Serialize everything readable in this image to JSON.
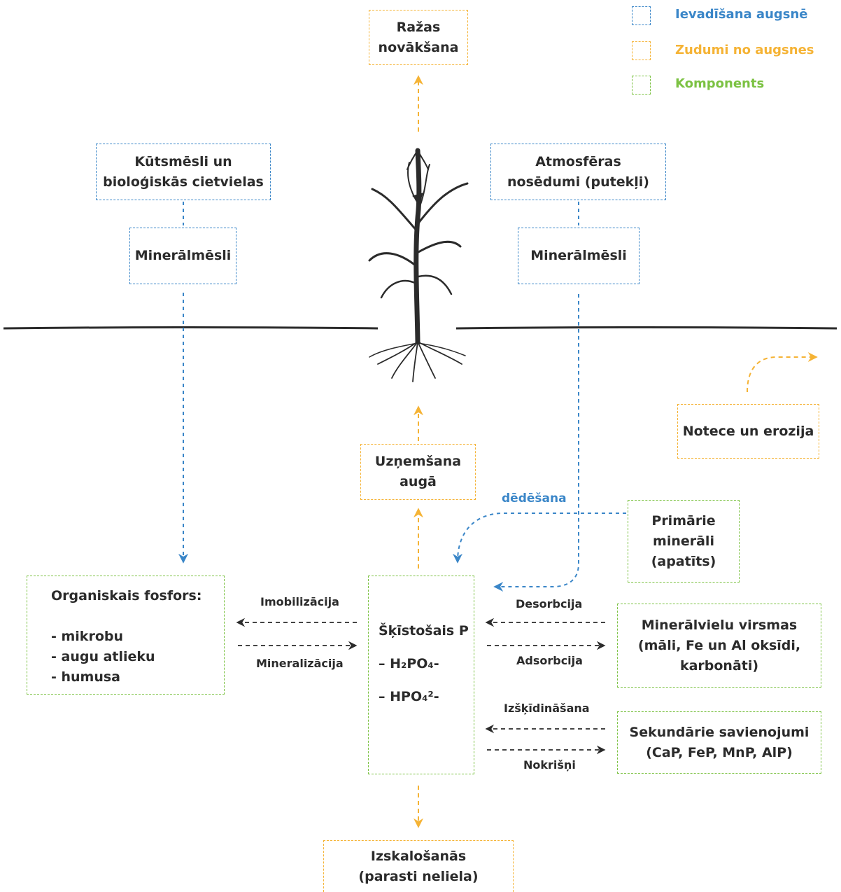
{
  "legend": {
    "input": {
      "label": "Ievadīšana augsnē",
      "color": "#3a86c8"
    },
    "loss": {
      "label": "Zudumi no augsnes",
      "color": "#f5b335"
    },
    "component": {
      "label": "Komponents",
      "color": "#7cc243"
    }
  },
  "boxes": {
    "harvest": [
      "Ražas",
      "novākšana"
    ],
    "manure": [
      "Kūtsmēsli un",
      "bioloģiskās cietvielas"
    ],
    "mineral_left": "Minerālmēsli",
    "atmos": [
      "Atmosfēras",
      "nosēdumi (putekļi)"
    ],
    "mineral_right": "Minerālmēsli",
    "uptake": [
      "Uzņemšana",
      "augā"
    ],
    "runoff": "Notece un erozija",
    "primary": [
      "Primārie",
      "minerāli",
      "(apatīts)"
    ],
    "organic": {
      "title": "Organiskais fosfors:",
      "items": [
        "- mikrobu",
        "- augu atlieku",
        "- humusa"
      ]
    },
    "soluble": {
      "title": "Šķīstošais P",
      "ions": [
        "– H₂PO₄-",
        "– HPO₄²-"
      ]
    },
    "mineral_surfaces": [
      "Minerālvielu virsmas",
      "(māli, Fe un Al oksīdi,",
      "karbonāti)"
    ],
    "secondary": [
      "Sekundārie savienojumi",
      "(CaP, FeP, MnP, AlP)"
    ],
    "leaching": [
      "Izskalošanās",
      "(parasti neliela)"
    ]
  },
  "arrow_labels": {
    "weathering": "dēdēšana",
    "immobilization": "Imobilizācija",
    "mineralization": "Mineralizācija",
    "desorption": "Desorbcija",
    "adsorption": "Adsorbcija",
    "dissolution": "Izšķīdināšana",
    "precipitation": "Nokrišņi"
  }
}
